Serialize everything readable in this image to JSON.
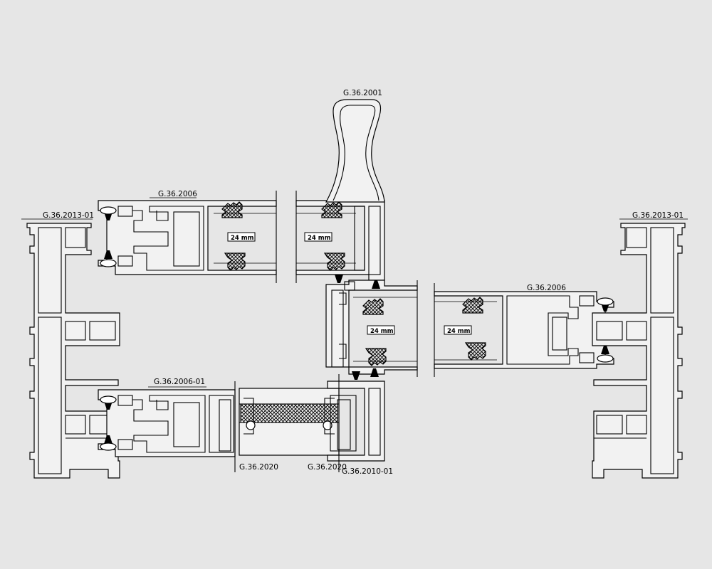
{
  "labels": {
    "handle": "G.36.2001",
    "sash_top_left": "G.36.2006",
    "frame_left": "G.36.2013-01",
    "frame_right": "G.36.2013-01",
    "sash_right": "G.36.2006",
    "sash_bottom_left": "G.36.2006-01",
    "interlock_left": "G.36.2020",
    "interlock_right": "G.36.2020",
    "mullion": "G.36.2010-01"
  },
  "glass": {
    "g1": "24 mm",
    "g2": "24 mm",
    "g3": "24 mm",
    "g4": "24 mm"
  }
}
